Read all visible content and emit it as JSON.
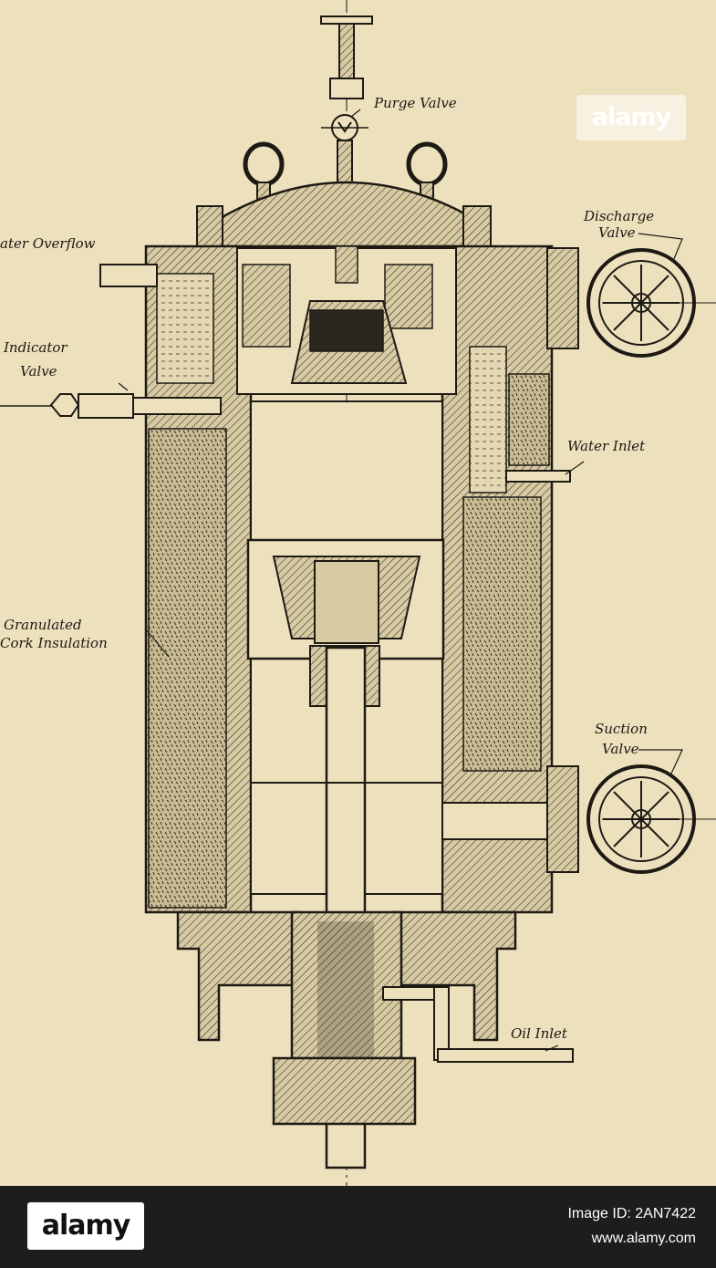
{
  "labels": {
    "purge_valve": "Purge Valve",
    "discharge_valve_line1": "Discharge",
    "discharge_valve_line2": "Valve",
    "water_overflow": "ater Overflow",
    "indicator_valve_line1": "Indicator",
    "indicator_valve_line2": "Valve",
    "water_inlet": "Water Inlet",
    "granulated_line1": "Granulated",
    "granulated_line2": "Cork Insulation",
    "suction_valve_line1": "Suction",
    "suction_valve_line2": "Valve",
    "oil_inlet": "Oil Inlet"
  },
  "footer": {
    "logo": "alamy",
    "image_id": "Image ID: 2AN7422",
    "url": "www.alamy.com"
  },
  "watermark": "alamy",
  "colors": {
    "paper": "#ece0bd",
    "ink": "#1d1a14",
    "footer": "#1d1d1f"
  }
}
